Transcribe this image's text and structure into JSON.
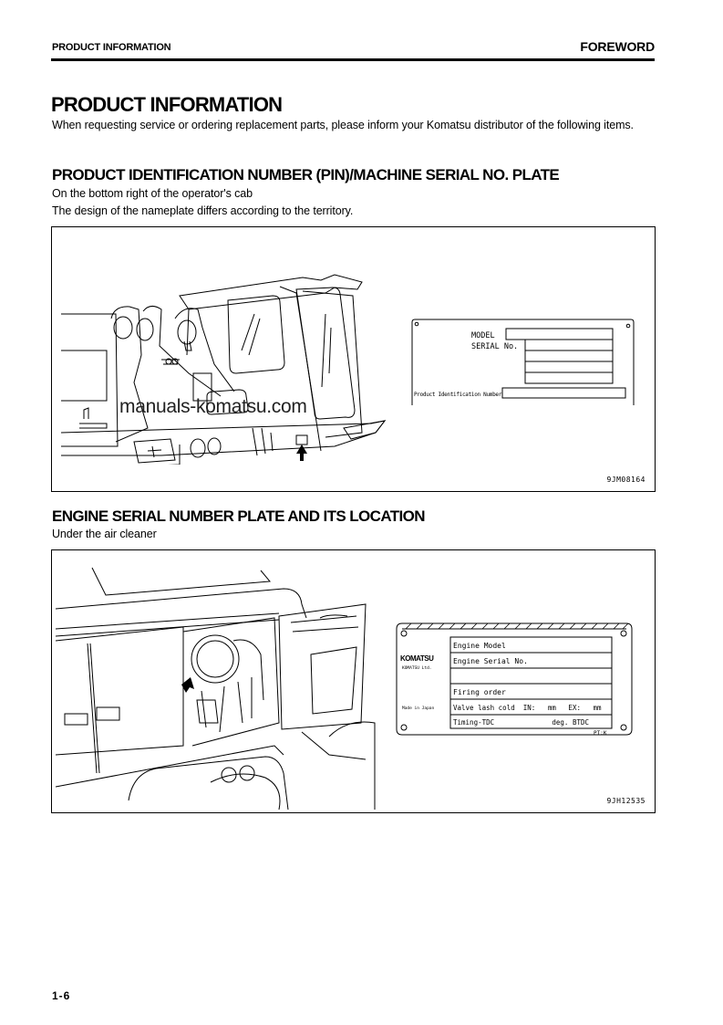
{
  "header": {
    "section_left": "PRODUCT INFORMATION",
    "section_right": "FOREWORD"
  },
  "main": {
    "title": "PRODUCT INFORMATION",
    "intro": "When requesting service or ordering replacement parts, please inform your Komatsu distributor of the following items."
  },
  "pin_section": {
    "heading": "PRODUCT IDENTIFICATION NUMBER (PIN)/MACHINE SERIAL NO. PLATE",
    "location": "On the bottom right of the operator's cab",
    "note": "The design of the nameplate differs according to the territory.",
    "figure_code": "9JM08164",
    "plate": {
      "model_label": "MODEL",
      "serial_label": "SERIAL No.",
      "pin_label": "Product Identification Number"
    }
  },
  "engine_section": {
    "heading": "ENGINE SERIAL NUMBER PLATE AND ITS LOCATION",
    "location": "Under the air cleaner",
    "figure_code": "9JH12535",
    "plate": {
      "brand": "KOMATSU",
      "company": "KOMATSU Ltd.",
      "origin": "Made in Japan",
      "rows": [
        "Engine Model",
        "Engine Serial No.",
        "",
        "Firing order",
        "Valve lash cold  IN:   mm   EX:   mm",
        "Timing-TDC              deg. BTDC"
      ],
      "part_code": "PT:K"
    }
  },
  "watermark": "manuals-komatsu.com",
  "footer": {
    "page_number": "1-6"
  }
}
